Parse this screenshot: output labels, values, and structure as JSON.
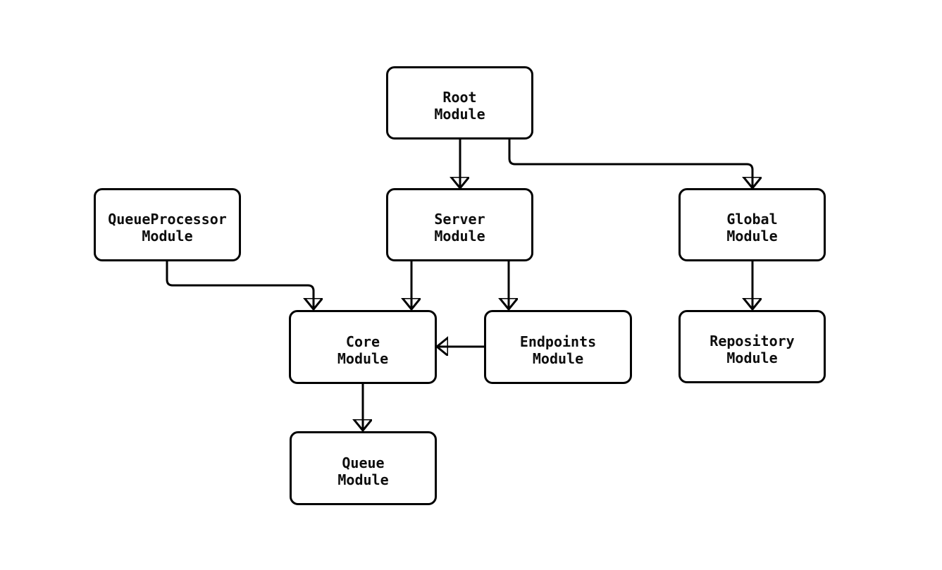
{
  "diagram": {
    "type": "module-dependency-flowchart",
    "background_color": "#ffffff",
    "node_fill_color": "#ffffff",
    "node_border_color": "#000000",
    "edge_color": "#000000",
    "nodes": [
      {
        "id": "root",
        "line1": "Root",
        "line2": "Module"
      },
      {
        "id": "queueprocessor",
        "line1": "QueueProcessor",
        "line2": "Module"
      },
      {
        "id": "server",
        "line1": "Server",
        "line2": "Module"
      },
      {
        "id": "global",
        "line1": "Global",
        "line2": "Module"
      },
      {
        "id": "core",
        "line1": "Core",
        "line2": "Module"
      },
      {
        "id": "endpoints",
        "line1": "Endpoints",
        "line2": "Module"
      },
      {
        "id": "repository",
        "line1": "Repository",
        "line2": "Module"
      },
      {
        "id": "queue",
        "line1": "Queue",
        "line2": "Module"
      }
    ],
    "edges": [
      {
        "from": "Root Module",
        "to": "Server Module"
      },
      {
        "from": "Root Module",
        "to": "Global Module"
      },
      {
        "from": "QueueProcessor Module",
        "to": "Core Module"
      },
      {
        "from": "Server Module",
        "to": "Core Module"
      },
      {
        "from": "Server Module",
        "to": "Endpoints Module"
      },
      {
        "from": "Endpoints Module",
        "to": "Core Module"
      },
      {
        "from": "Global Module",
        "to": "Repository Module"
      },
      {
        "from": "Core Module",
        "to": "Queue Module"
      }
    ]
  }
}
